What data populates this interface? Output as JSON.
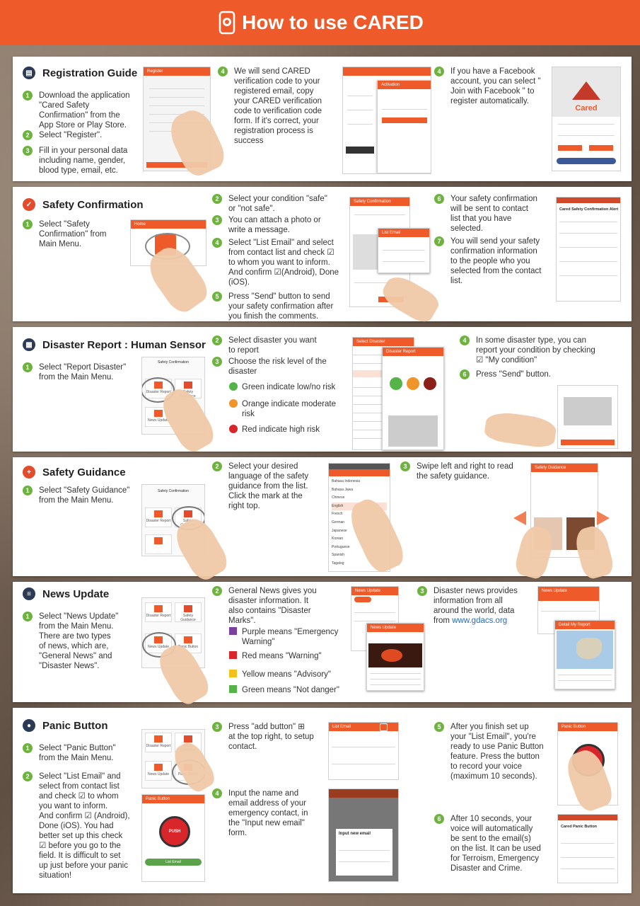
{
  "header": {
    "title": "How to use CARED"
  },
  "registration": {
    "title": "Registration Guide",
    "steps": [
      "Download the application\n\"Cared Safety\nConfirmation\" from the\nApp Store or Play Store.",
      "Select \"Register\".",
      "Fill in your personal data\nincluding name, gender,\nblood type, email, etc.",
      "We will send CARED\nverification code to your\nregistered email, copy\nyour CARED verification\ncode to verification code\nform. If it's correct, your\nregistration process is\nsuccess",
      "If you have a Facebook\naccount, you can select \"\nJoin with Facebook \" to\nregister automatically."
    ],
    "nums": [
      "1",
      "2",
      "3",
      "4",
      "4"
    ],
    "screen_register": "Register",
    "screen_activation": "Activation",
    "screen_cared": "Cared"
  },
  "safety": {
    "title": "Safety Confirmation",
    "steps": [
      "Select  \"Safety\nConfirmation\" from\nMain Menu.",
      "Select your condition  \"safe\"\nor \"not safe\".",
      "You can attach a photo or\nwrite a message.",
      "Select \"List Email\" and select\nfrom contact list and check ☑\nto whom you want to inform.\nAnd confirm ☑(Android), Done\n(iOS).",
      "Press \"Send\" button to send\nyour safety confirmation after\nyou finish the comments.",
      "Your safety confirmation\nwill be sent to contact\nlist that you have\nselected.",
      "You will send your  safety\nconfirmation information\nto the people who you\nselected from the contact\nlist."
    ],
    "nums": [
      "1",
      "2",
      "3",
      "4",
      "5",
      "6",
      "7"
    ],
    "screen_title": "Safety Confirmation",
    "screen_alert": "Cared Safety Confirmation Alert"
  },
  "disaster": {
    "title": "Disaster Report : Human Sensor",
    "steps": [
      "Select \"Report Disaster\"\nfrom the Main Menu.",
      "Select disaster you want\nto report",
      "Choose the risk level of the\ndisaster",
      "In some disaster type, you can\nreport your condition by checking\n☑ \"My condition\"",
      "Press \"Send\" button."
    ],
    "nums": [
      "1",
      "2",
      "3",
      "4",
      "6"
    ],
    "legend": [
      {
        "text": "Green indicate low/no risk",
        "color": "#55b447"
      },
      {
        "text": "Orange indicate moderate\nrisk",
        "color": "#f0952a"
      },
      {
        "text": "Red indicate high risk",
        "color": "#d9262b"
      }
    ],
    "screen_report": "Disaster Report"
  },
  "guidance": {
    "title": "Safety Guidance",
    "steps": [
      "Select \"Safety Guidance\"\nfrom the Main Menu.",
      "Select your desired\nlanguage of the safety\nguidance from the list.\nClick the mark at the\nright top.",
      "Swipe left and right to read\nthe safety guidance."
    ],
    "nums": [
      "1",
      "2",
      "3"
    ],
    "languages": [
      "Bahasa Indonesia",
      "Bahasa Jawa",
      "Chinese",
      "English",
      "French",
      "German",
      "Japanese",
      "Korean",
      "Portuguese",
      "Spanish",
      "Tagalog"
    ],
    "screen_title": "Safety Guidance"
  },
  "news": {
    "title": "News Update",
    "steps": [
      "Select \"News Update\"\nfrom the Main Menu.\nThere are two types\nof news, which are,\n\"General News\" and\n\"Disaster News\".",
      "General News gives you\ndisaster information. It\nalso contains \"Disaster\nMarks\".",
      "Disaster news provides\ninformation from all\naround the world, data\nfrom "
    ],
    "link": "www.gdacs.org",
    "nums": [
      "1",
      "2",
      "3"
    ],
    "marks": [
      {
        "text": "Purple means  \"Emergency\nWarning\"",
        "color": "#7b3fa0"
      },
      {
        "text": "Red means \"Warning\"",
        "color": "#d9262b"
      },
      {
        "text": "Yellow means \"Advisory\"",
        "color": "#f2c21b"
      },
      {
        "text": "Green means \"Not danger\"",
        "color": "#55b447"
      }
    ],
    "screen_title": "News Update"
  },
  "panic": {
    "title": "Panic Button",
    "steps": [
      "Select \"Panic Button\"\nfrom the Main Menu.",
      "Select \"List Email\" and\nselect from contact list\nand check ☑ to whom\nyou want to inform.\nAnd confirm ☑ (Android),\nDone (iOS). You had\nbetter set up this check\n☑ before you go to the\nfield. It is difficult to set\nup just before your panic\nsituation!",
      "Press \"add button\" ⊞\nat the top right, to setup\ncontact.",
      "Input the name and\nemail address of your\nemergency contact, in\nthe \"Input new email\"\nform.",
      "After you finish set up\nyour \"List Email\", you're\nready to use Panic Button\nfeature. Press the button\nto record your voice\n(maximum 10 seconds).",
      "After 10 seconds, your\nvoice will automatically\nbe sent to the email(s)\non the list. It can be used\nfor Terroism, Emergency\nDisaster and Crime."
    ],
    "nums": [
      "1",
      "2",
      "3",
      "4",
      "5",
      "6"
    ],
    "screen_title": "Panic Button",
    "screen_list": "List Email",
    "screen_input": "Input new email",
    "push_label": "PUSH",
    "list_email_btn": "List Email"
  },
  "colors": {
    "accent": "#ee5a2a",
    "step_green": "#6eb33f",
    "icon_navy": "#2b3a55"
  }
}
